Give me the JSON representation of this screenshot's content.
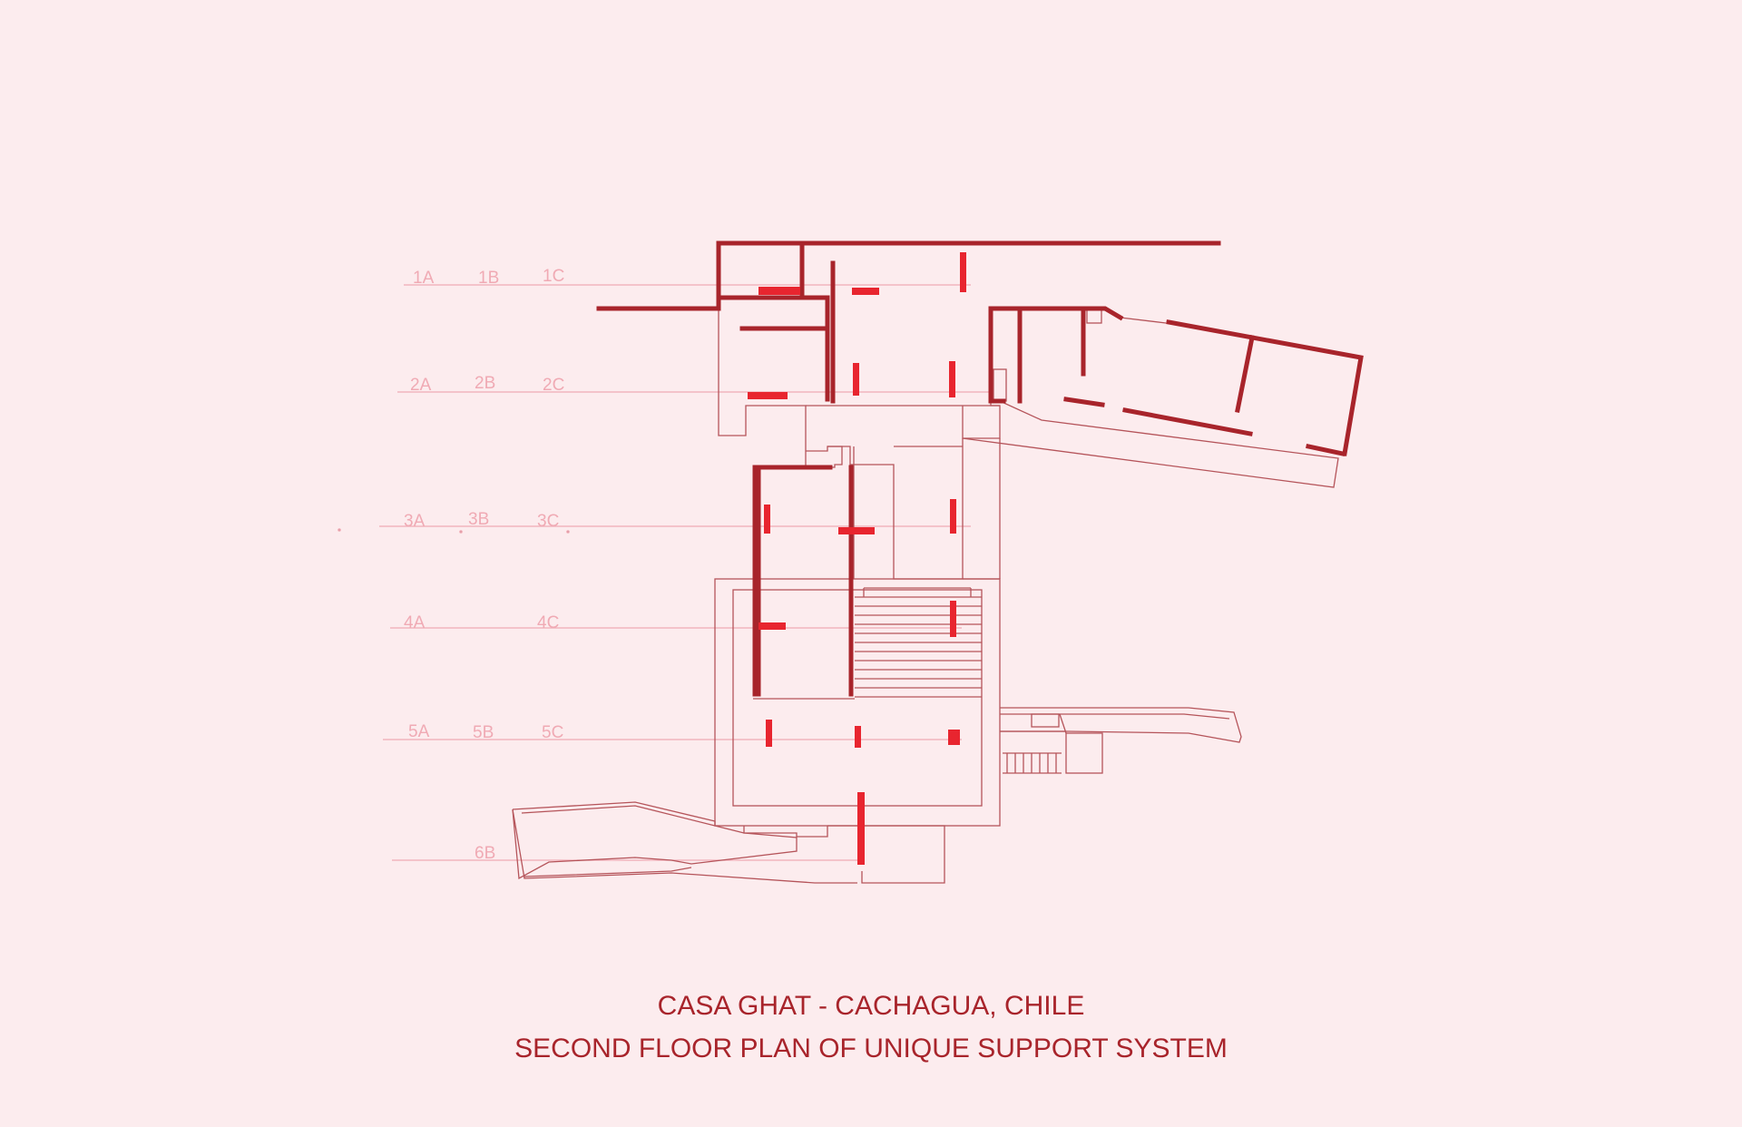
{
  "title": {
    "line1": "CASA GHAT - CACHAGUA, CHILE",
    "line2": "SECOND FLOOR PLAN OF UNIQUE SUPPORT SYSTEM"
  },
  "grid_labels": {
    "g1A": "1A",
    "g1B": "1B",
    "g1C": "1C",
    "g2A": "2A",
    "g2B": "2B",
    "g2C": "2C",
    "g3A": "3A",
    "g3B": "3B",
    "g3C": "3C",
    "g4A": "4A",
    "g4C": "4C",
    "g5A": "5A",
    "g5B": "5B",
    "g5C": "5C",
    "g6B": "6B"
  },
  "colors": {
    "background": "#fcecee",
    "structural_wall": "#a8242b",
    "support_column": "#e8252f",
    "outline": "#b5545a",
    "grid_line": "#f0aab4",
    "title_text": "#a8242b"
  }
}
